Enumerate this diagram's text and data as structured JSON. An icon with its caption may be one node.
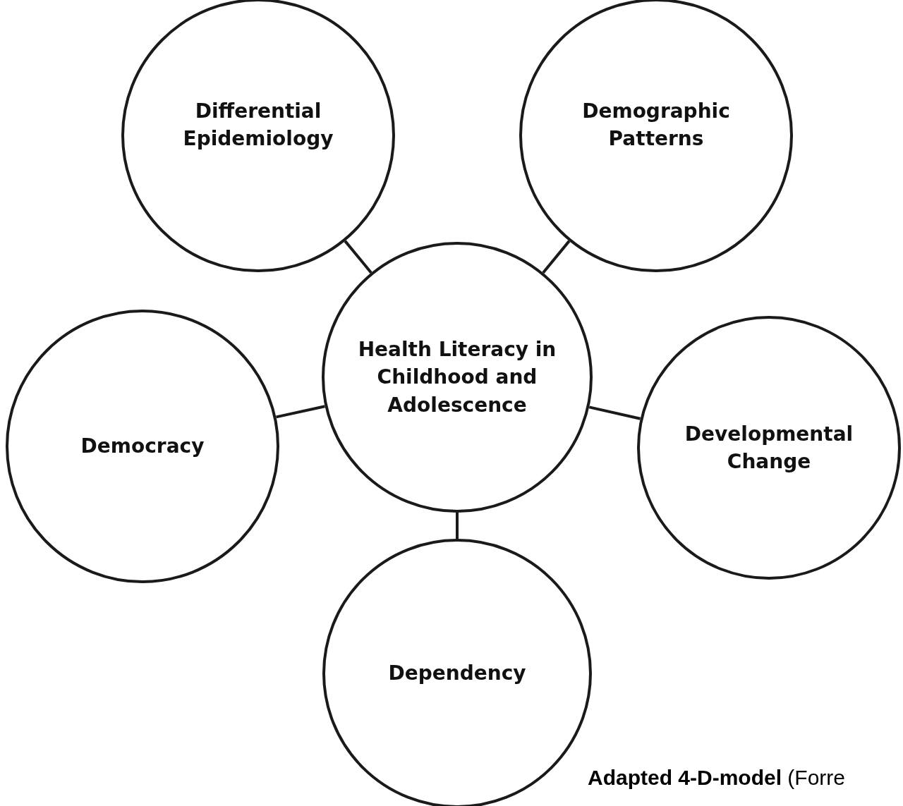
{
  "diagram": {
    "caption": "**Adapted 4-D-model** (Forre",
    "nodes": [
      {
        "text": [
          "Differential Epidemiology"
        ]
      },
      {
        "text": [
          "Demographic Patterns"
        ]
      },
      {
        "text": [
          "Health Literacy in Childhood and Adolescence"
        ]
      },
      {
        "text": [
          "Democracy"
        ]
      },
      {
        "text": [
          "Developmental Change"
        ]
      },
      {
        "text": [
          "Dependency"
        ]
      }
    ],
    "edges": [
      {
        "from": 2,
        "to": 0,
        "arrow": "none"
      },
      {
        "from": 2,
        "to": 1,
        "arrow": "none"
      },
      {
        "from": 2,
        "to": 3,
        "arrow": "none"
      },
      {
        "from": 2,
        "to": 4,
        "arrow": "none"
      },
      {
        "from": 2,
        "to": 5,
        "arrow": "none"
      }
    ]
  }
}
